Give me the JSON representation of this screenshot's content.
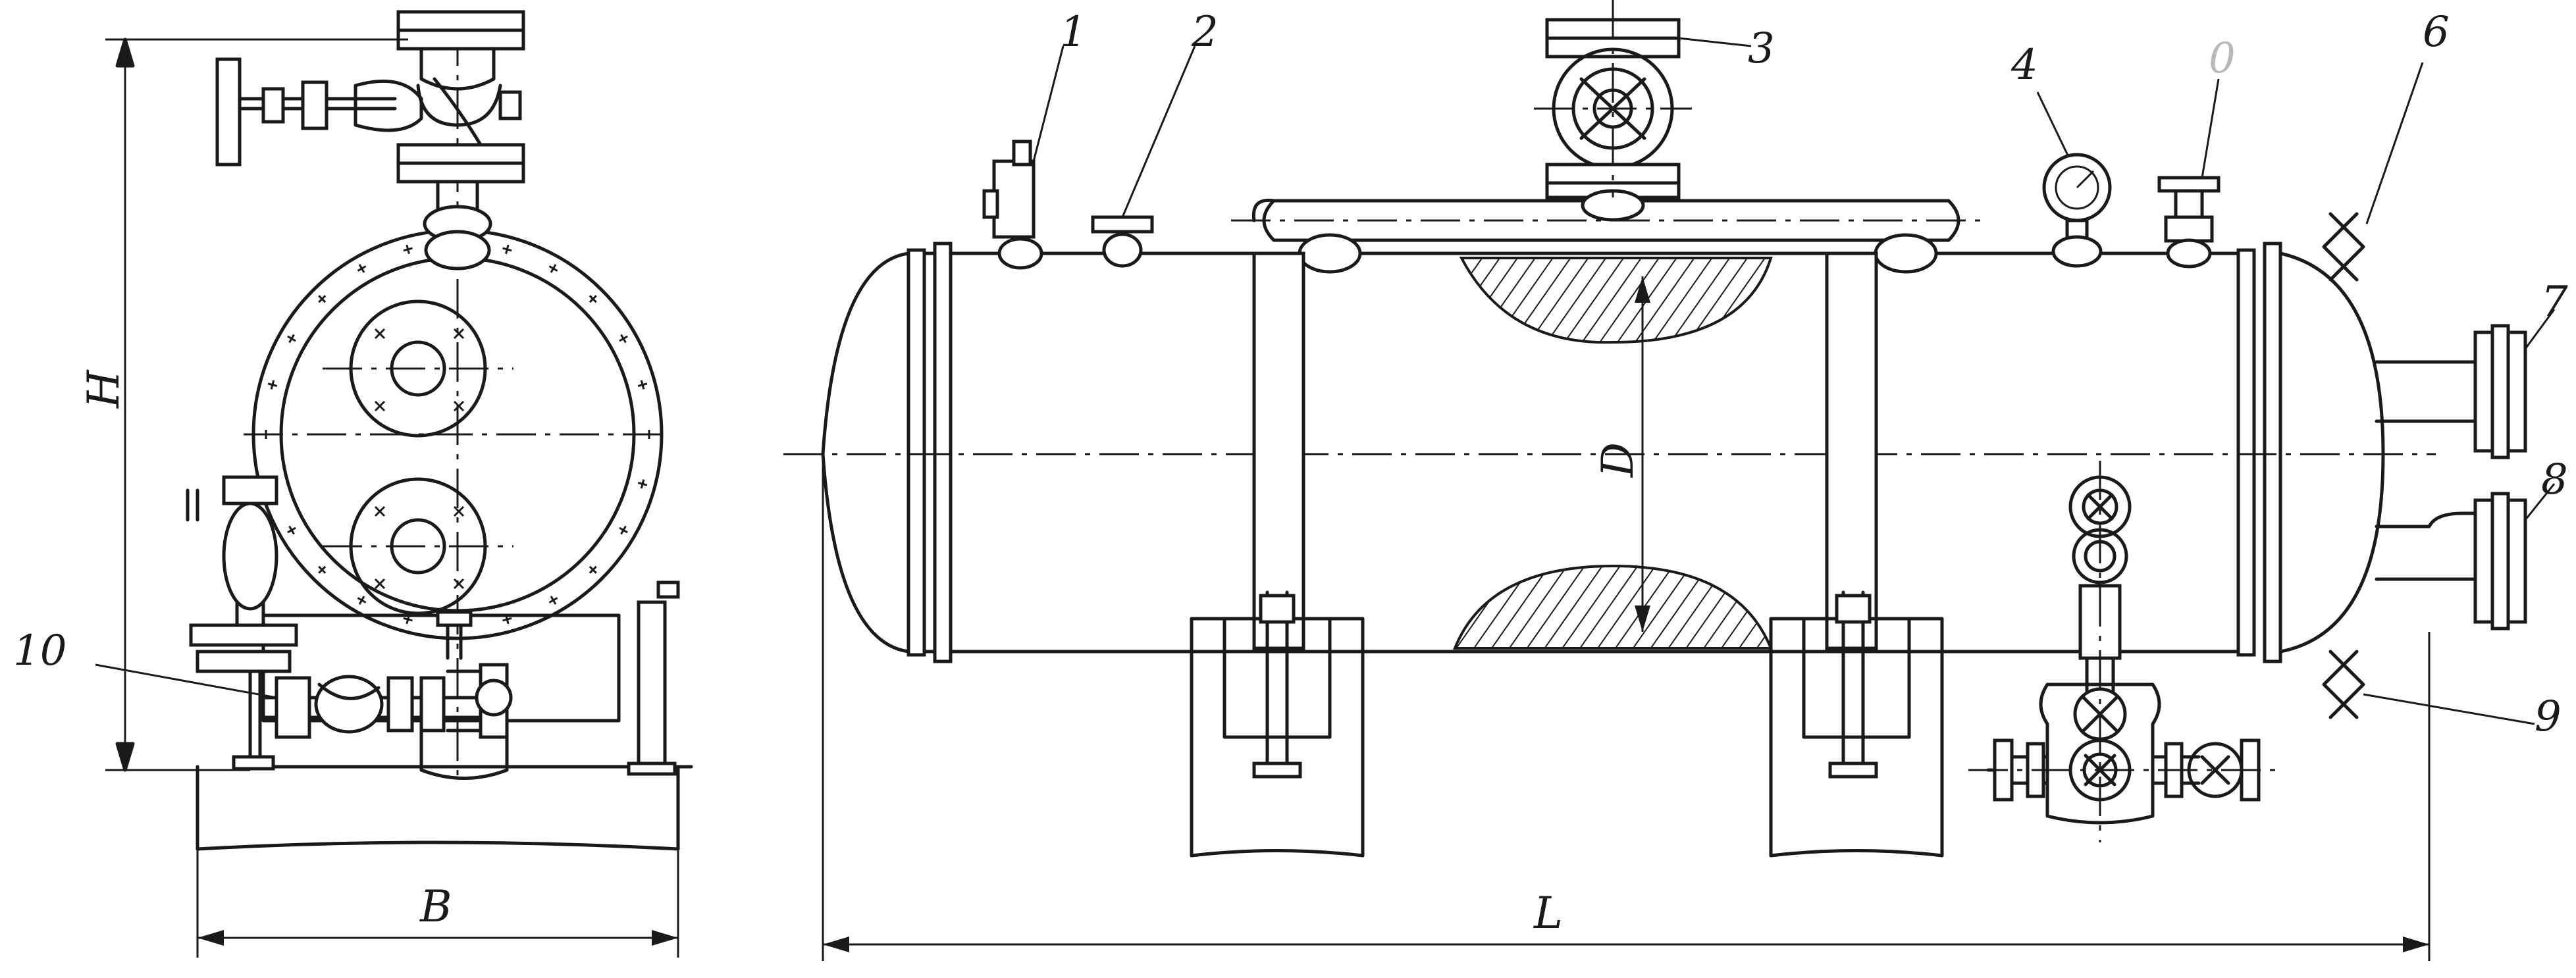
{
  "labels": {
    "l1": "1",
    "l2": "2",
    "l3": "3",
    "l4": "4",
    "l5": "0",
    "l6": "6",
    "l7": "7",
    "l8": "8",
    "l9": "9",
    "l10": "10"
  },
  "dimensions": {
    "height": "H",
    "width": "B",
    "length": "L",
    "diameter": "D"
  }
}
